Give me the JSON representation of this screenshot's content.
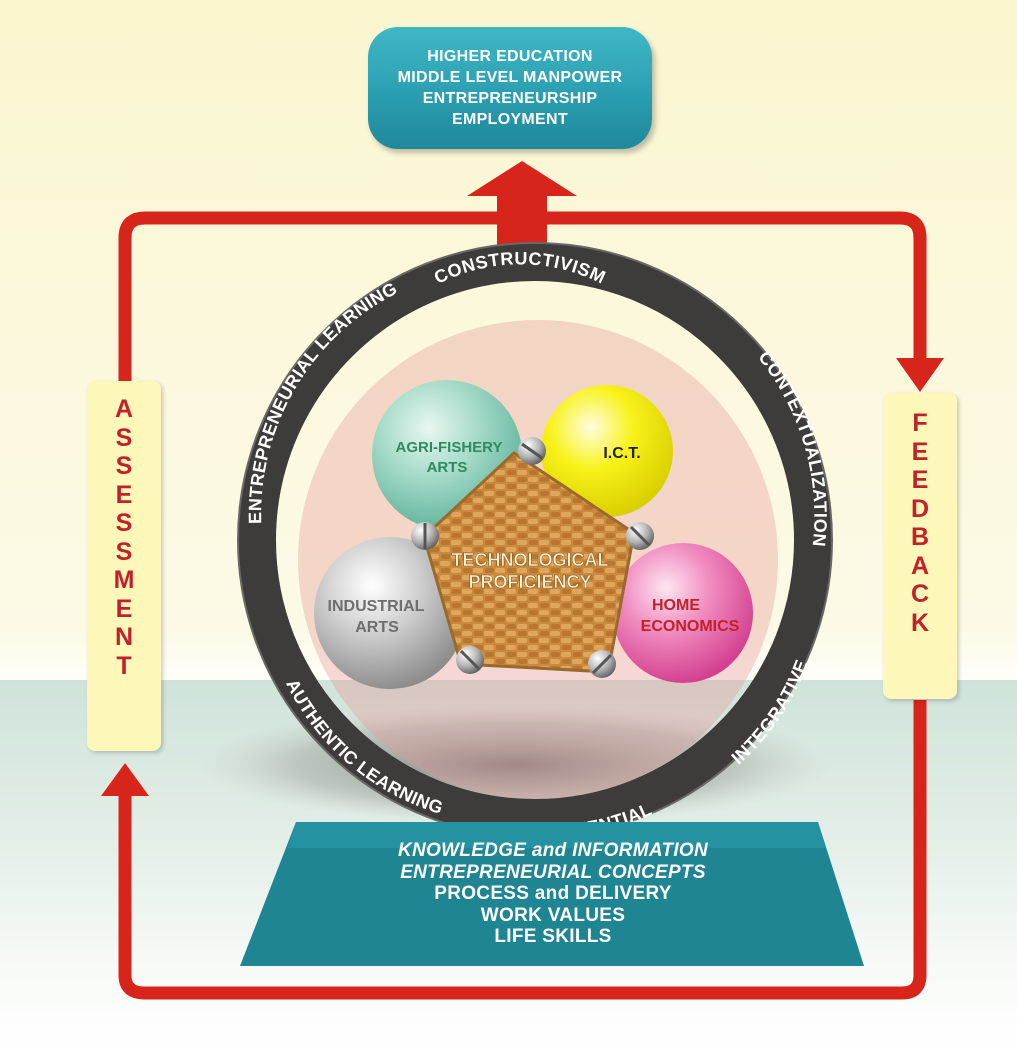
{
  "colors": {
    "arrow_red": "#d8251c",
    "teal_box": "#2a9fb1",
    "ring_dark": "#3e3c3b",
    "side_label_red": "#c1222a",
    "side_box_fill": "#fdf7b9",
    "sphere_teal": "#8fd1bf",
    "sphere_yellow": "#f5ef10",
    "sphere_gray": "#bdbdbd",
    "sphere_pink": "#e25aa3",
    "basket_tan": "#c9893d"
  },
  "outcomes": {
    "line1": "HIGHER EDUCATION",
    "line2": "MIDDLE LEVEL MANPOWER",
    "line3": "ENTREPRENEURSHIP",
    "line4": "EMPLOYMENT"
  },
  "assessment": [
    "A",
    "S",
    "S",
    "E",
    "S",
    "S",
    "M",
    "E",
    "N",
    "T"
  ],
  "feedback": [
    "F",
    "E",
    "E",
    "D",
    "B",
    "A",
    "C",
    "K"
  ],
  "ring": {
    "top": "CONSTRUCTIVISM",
    "left_upper": "ENTREPRENEURIAL LEARNING",
    "right_upper": "CONTEXTUALIZATION",
    "right_lower": "INTEGRATIVE",
    "left_lower": "AUTHENTIC LEARNING",
    "bottom": "EXPERIENTIAL"
  },
  "spheres": {
    "agri_line1": "AGRI-FISHERY",
    "agri_line2": "ARTS",
    "ict": "I.C.T.",
    "industrial_line1": "INDUSTRIAL",
    "industrial_line2": "ARTS",
    "home_line1": "HOME",
    "home_line2": "ECONOMICS"
  },
  "center": {
    "line1": "TECHNOLOGICAL",
    "line2": "PROFICIENCY"
  },
  "inputs": {
    "line1": "KNOWLEDGE and INFORMATION",
    "line2": "ENTREPRENEURIAL CONCEPTS",
    "line3": "PROCESS and DELIVERY",
    "line4": "WORK VALUES",
    "line5": "LIFE SKILLS"
  }
}
